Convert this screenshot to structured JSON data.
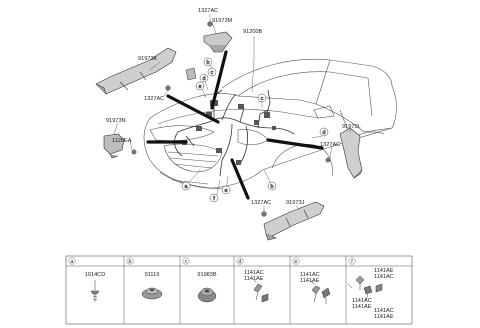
{
  "part_labels": {
    "p1327AC_top": "1327AC",
    "p91973M": "91973M",
    "p91200B": "91200B",
    "p91973K": "91973K",
    "p1327AC_left": "1327AC",
    "p91973N": "91973N",
    "p1128EA": "1128EA",
    "p91973L": "91973L",
    "p1327AC_right": "1327AC",
    "p1327AC_bottom": "1327AC",
    "p91973J": "91973J"
  },
  "callouts": [
    "a",
    "b",
    "c",
    "d",
    "e",
    "f"
  ],
  "callout_extra": {
    "c2": "c",
    "b2": "b",
    "e2": "e",
    "d2": "d"
  },
  "legend": {
    "cells": [
      {
        "letter": "a",
        "parts": [
          "1014CD"
        ]
      },
      {
        "letter": "b",
        "parts": [
          "91119"
        ]
      },
      {
        "letter": "c",
        "parts": [
          "91983B"
        ]
      },
      {
        "letter": "d",
        "parts": [
          "1141AC",
          "1141AE"
        ]
      },
      {
        "letter": "e",
        "parts": [
          "1141AC",
          "1141AE"
        ]
      },
      {
        "letter": "f",
        "parts": [
          "1141AE",
          "1141AC",
          "1141AC",
          "1141AE",
          "1141AC",
          "1141AE"
        ]
      }
    ]
  }
}
